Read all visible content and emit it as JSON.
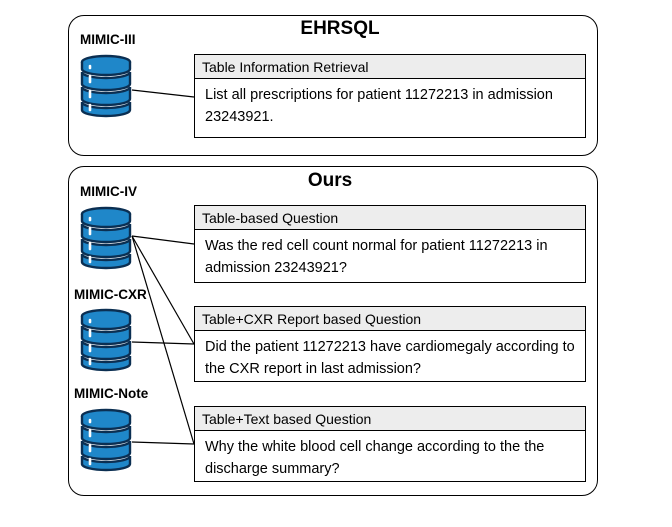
{
  "top_panel": {
    "title": "EHRSQL",
    "db_label": "MIMIC-III",
    "question": {
      "type_label": "Table Information Retrieval",
      "text": "List all prescriptions for patient 11272213 in admission 23243921."
    }
  },
  "bottom_panel": {
    "title": "Ours",
    "db_labels": [
      "MIMIC-IV",
      "MIMIC-CXR",
      "MIMIC-Note"
    ],
    "questions": [
      {
        "type_label": "Table-based Question",
        "text": "Was the red cell count normal for patient 11272213 in admission 23243921?"
      },
      {
        "type_label": "Table+CXR Report based Question",
        "text": "Did the patient 11272213 have cardiomegaly according to the CXR report in last admission?"
      },
      {
        "type_label": "Table+Text based Question",
        "text": "Why the white blood cell change according to the the discharge summary?"
      }
    ]
  },
  "colors": {
    "database_fill": "#1f87c9",
    "database_outline": "#0b2f52",
    "header_fill": "#ededed"
  },
  "icons": {
    "database": "database-cylinder-icon"
  }
}
